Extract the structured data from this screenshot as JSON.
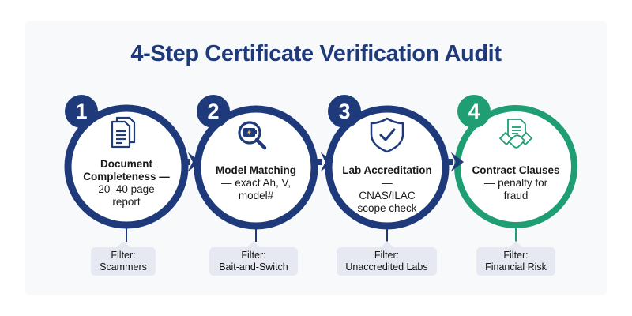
{
  "title": "4-Step Certificate Verification Audit",
  "colors": {
    "navy": "#1f3a7a",
    "green": "#1e9e72",
    "filter_bg": "#e6e9f2",
    "text": "#1a1a1a"
  },
  "steps": [
    {
      "number": "1",
      "icon": "document-icon",
      "heading": "Document Completeness —",
      "detail": "20–40 page report",
      "filter_label": "Filter:",
      "filter_value": "Scammers",
      "color": "#1f3a7a"
    },
    {
      "number": "2",
      "icon": "battery-magnifier-icon",
      "heading": "Model Matching",
      "detail": "— exact Ah, V, model#",
      "filter_label": "Filter:",
      "filter_value": "Bait-and-Switch",
      "color": "#1f3a7a"
    },
    {
      "number": "3",
      "icon": "shield-check-icon",
      "heading": "Lab Accreditation",
      "detail": "— CNAS/ILAC scope check",
      "filter_label": "Filter:",
      "filter_value": "Unaccredited Labs",
      "color": "#1f3a7a"
    },
    {
      "number": "4",
      "icon": "contract-handshake-icon",
      "heading": "Contract Clauses",
      "detail": "— penalty for fraud",
      "filter_label": "Filter:",
      "filter_value": "Financial Risk",
      "color": "#1e9e72"
    }
  ]
}
